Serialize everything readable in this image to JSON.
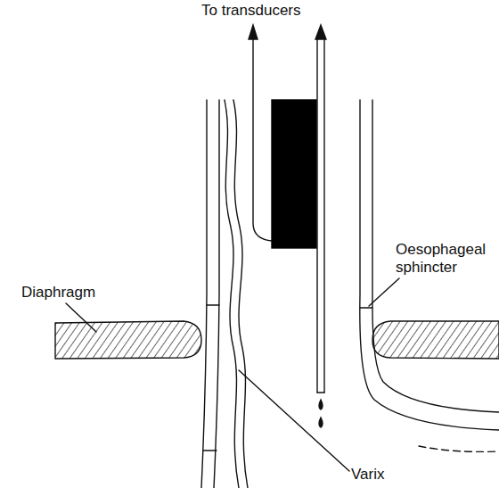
{
  "diagram": {
    "labels": [
      "To transducers",
      "Diaphragm",
      "Oesophageal sphincter",
      "Varix"
    ]
  }
}
